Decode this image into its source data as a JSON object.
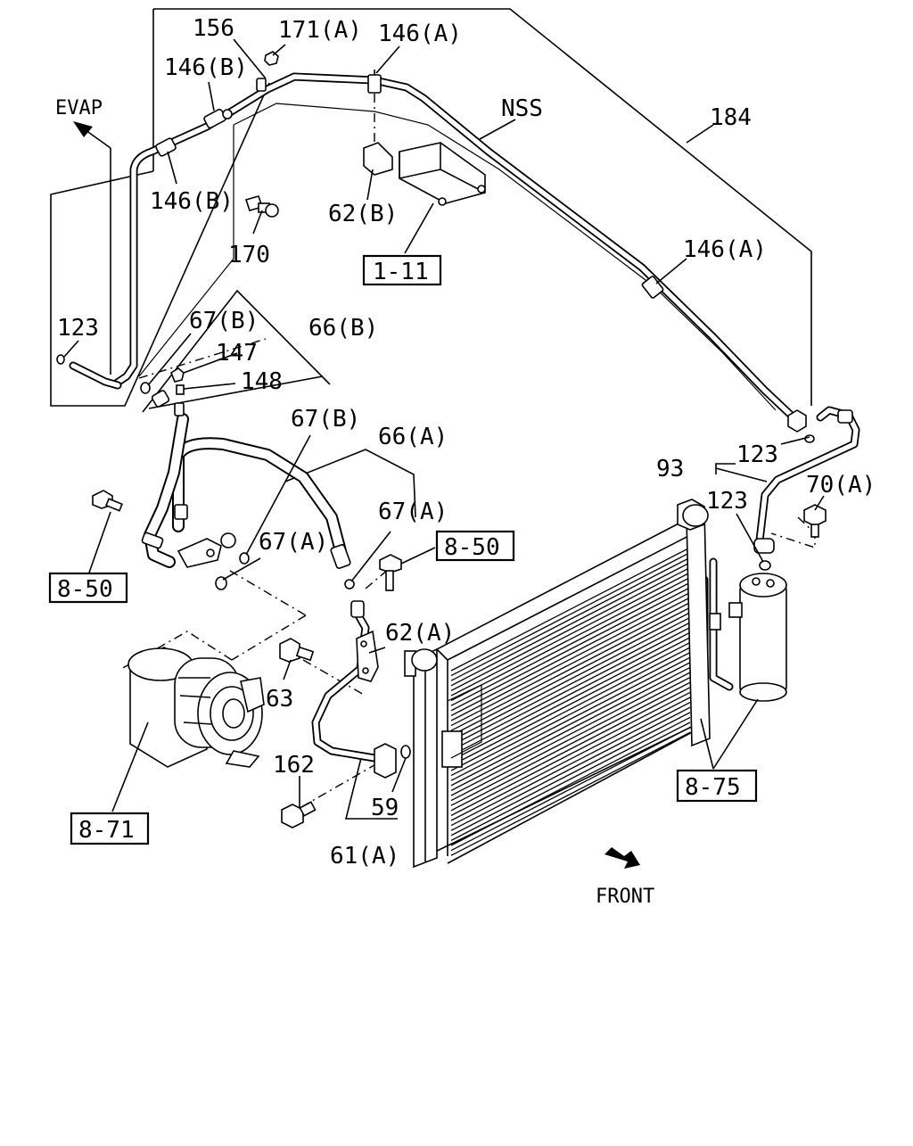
{
  "diagram": {
    "labels": {
      "evap": "EVAP",
      "nss": "NSS",
      "front": "FRONT",
      "p156": "156",
      "p171a": "171(A)",
      "p146a_top": "146(A)",
      "p146b_top": "146(B)",
      "p146b_mid": "146(B)",
      "p170": "170",
      "p62b": "62(B)",
      "p184": "184",
      "p146a_right": "146(A)",
      "p123_left": "123",
      "p67b_a": "67(B)",
      "p66b": "66(B)",
      "p147": "147",
      "p148": "148",
      "p67b_b": "67(B)",
      "p66a": "66(A)",
      "p67a_a": "67(A)",
      "p67a_b": "67(A)",
      "p62a": "62(A)",
      "p63": "63",
      "p162": "162",
      "p59": "59",
      "p61a": "61(A)",
      "p93": "93",
      "p123_r1": "123",
      "p123_r2": "123",
      "p70a": "70(A)"
    },
    "refs": {
      "r1_11": "1-11",
      "r8_50_right": "8-50",
      "r8_50_left": "8-50",
      "r8_71": "8-71",
      "r8_75": "8-75"
    }
  }
}
